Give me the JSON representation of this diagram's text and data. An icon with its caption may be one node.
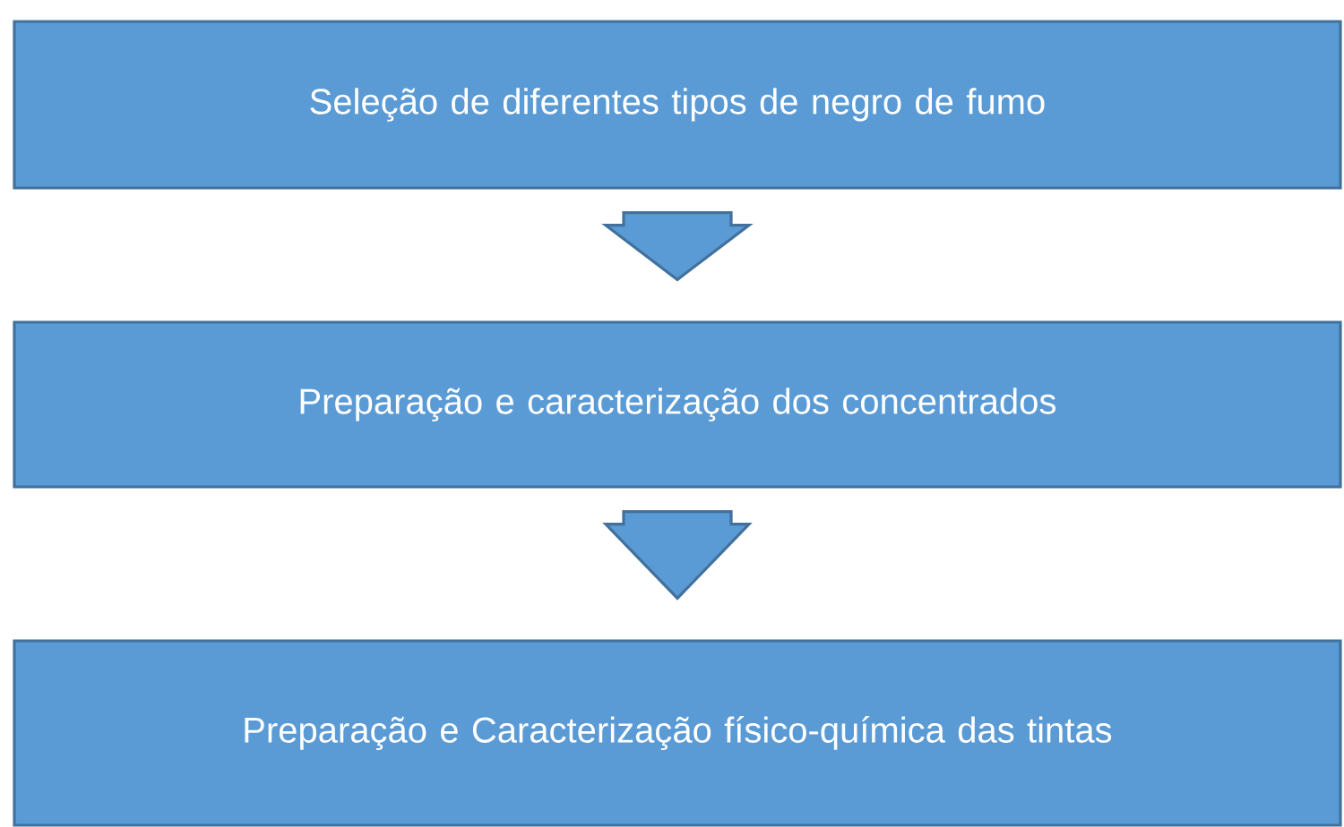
{
  "diagram": {
    "nodes": [
      {
        "text": [
          "Seleção de diferentes tipos de negro de fumo"
        ]
      },
      {
        "text": [
          "Preparação e caracterização dos concentrados"
        ]
      },
      {
        "text": [
          "Preparação e Caracterização físico-química das tintas"
        ]
      }
    ],
    "edges": [
      {
        "from": 0,
        "to": 1,
        "arrow": "to"
      },
      {
        "from": 1,
        "to": 2,
        "arrow": "to"
      }
    ]
  }
}
